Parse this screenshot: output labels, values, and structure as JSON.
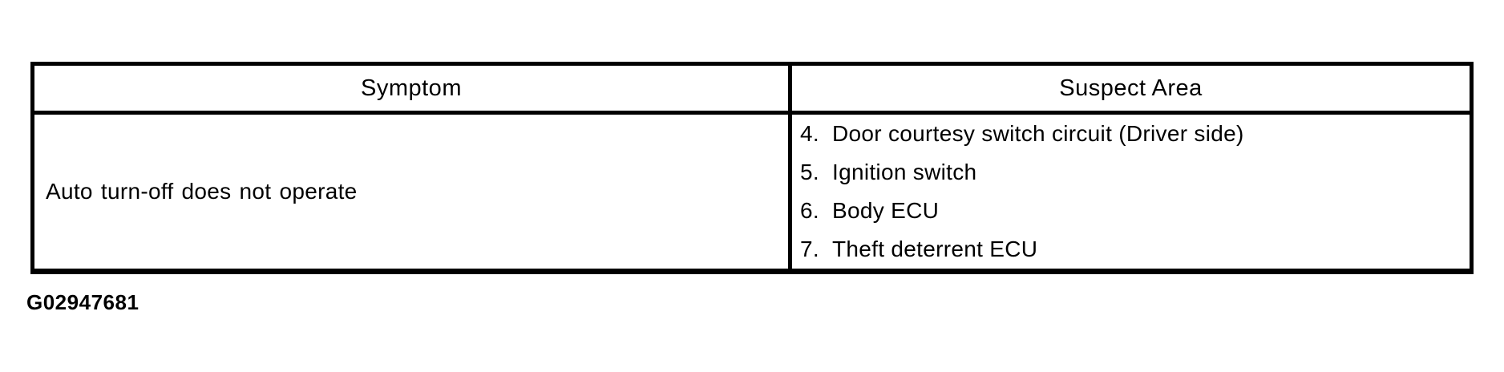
{
  "colors": {
    "background": "#ffffff",
    "border": "#000000",
    "text": "#000000"
  },
  "table": {
    "headers": [
      {
        "label": "Symptom"
      },
      {
        "label": "Suspect Area"
      }
    ],
    "rows": [
      {
        "symptom": "Auto turn-off does not operate",
        "suspect_items": [
          {
            "num": "4.",
            "label": "Door courtesy switch circuit (Driver side)"
          },
          {
            "num": "5.",
            "label": "Ignition switch"
          },
          {
            "num": "6.",
            "label": "Body ECU"
          },
          {
            "num": "7.",
            "label": "Theft deterrent ECU"
          }
        ]
      }
    ]
  },
  "figure_id": "G02947681"
}
